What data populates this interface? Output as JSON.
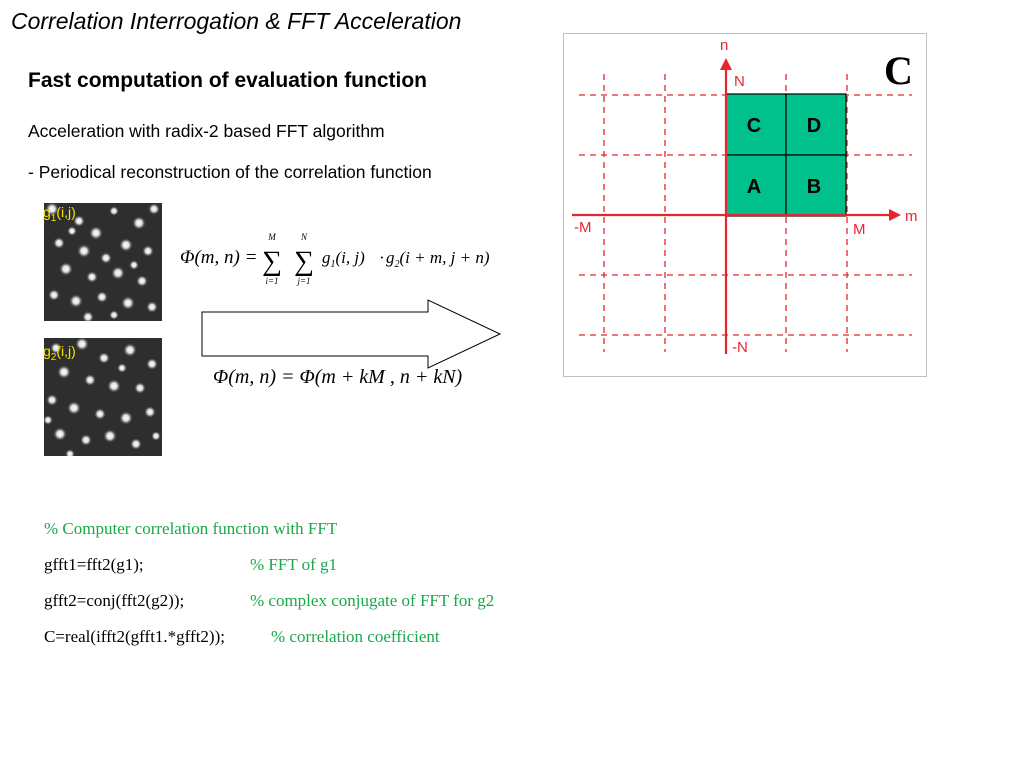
{
  "slide": {
    "title": "Correlation Interrogation & FFT Acceleration",
    "subtitle": "Fast computation of evaluation function",
    "line1": "Acceleration with radix-2 based FFT algorithm",
    "line2": "- Periodical reconstruction of the correlation function"
  },
  "images": [
    {
      "label_main": "g",
      "label_sub": "1",
      "label_args": "(i,j)"
    },
    {
      "label_main": "g",
      "label_sub": "2",
      "label_args": "(i,j)"
    }
  ],
  "equations": {
    "eq1": {
      "lhs": "Φ(m, n) =",
      "sum1_upper": "M",
      "sum1_lower": "i=1",
      "sum2_upper": "N",
      "sum2_lower": "j=1",
      "term1": "g",
      "term1_sub": "1",
      "term1_args": "(i, j)",
      "dot": "·",
      "term2": "g",
      "term2_sub": "2",
      "term2_args": "(i + m,  j + n)"
    },
    "eq2": {
      "text": "Φ(m, n) = Φ(m + kM , n + kN)"
    }
  },
  "diagram": {
    "corner_label": "C",
    "axis_n": "n",
    "axis_m": "m",
    "label_N": "N",
    "label_negN": "-N",
    "label_M": "M",
    "label_negM": "-M",
    "quadrants": [
      "C",
      "D",
      "A",
      "B"
    ],
    "colors": {
      "axis": "#e8252e",
      "quadrant_fill": "#00c18b",
      "grid": "#e8252e"
    }
  },
  "code": {
    "comment_line": "% Computer correlation function with FFT",
    "lines": [
      {
        "code": "gfft1=fft2(g1);",
        "comment": "% FFT of g1"
      },
      {
        "code": "gfft2=conj(fft2(g2));",
        "comment": "% complex conjugate of FFT for g2"
      },
      {
        "code": "C=real(ifft2(gfft1.*gfft2));",
        "comment": "% correlation coefficient"
      }
    ]
  }
}
